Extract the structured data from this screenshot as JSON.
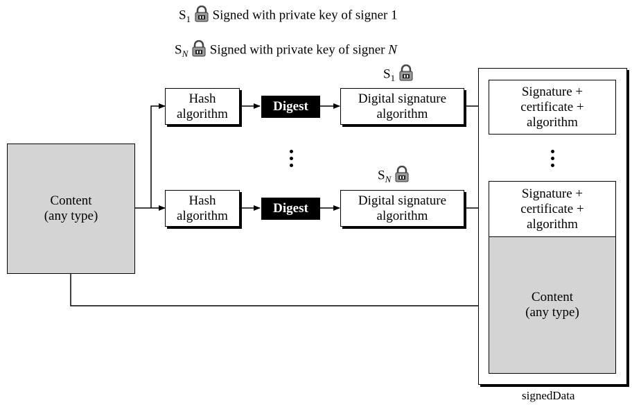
{
  "legend": {
    "item1": {
      "symbol": "S",
      "subscript": "1",
      "lock_icon": "padlock-icon",
      "text": "Signed with private key of signer 1"
    },
    "itemN": {
      "symbol": "S",
      "subscript": "N",
      "lock_icon": "padlock-icon",
      "text_prefix": "Signed with private key of signer",
      "text_var": "N"
    }
  },
  "content_box": {
    "line1": "Content",
    "line2": "(any type)"
  },
  "rows": [
    {
      "hash": {
        "line1": "Hash",
        "line2": "algorithm"
      },
      "digest": "Digest",
      "dsa": {
        "line1": "Digital signature",
        "line2": "algorithm"
      },
      "signer": {
        "symbol": "S",
        "subscript": "1"
      }
    },
    {
      "hash": {
        "line1": "Hash",
        "line2": "algorithm"
      },
      "digest": "Digest",
      "dsa": {
        "line1": "Digital signature",
        "line2": "algorithm"
      },
      "signer": {
        "symbol": "S",
        "subscript": "N"
      }
    }
  ],
  "signed_data": {
    "sig_entry": {
      "line1": "Signature +",
      "line2": "certificate +",
      "line3": "algorithm"
    },
    "content": {
      "line1": "Content",
      "line2": "(any type)"
    },
    "label": "signedData"
  },
  "colors": {
    "gray_fill": "#d4d4d4",
    "digest_fill": "#000000",
    "lock_body": "#9a9a9a"
  }
}
